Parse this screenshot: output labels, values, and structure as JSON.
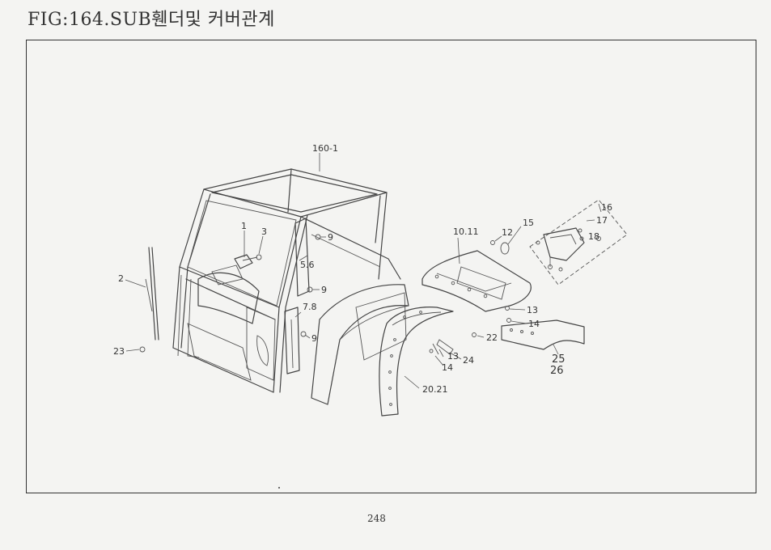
{
  "figure": {
    "title": "FIG:164.SUB휀더및 커버관계",
    "page_number": "248"
  },
  "callouts": {
    "c160_1": "160-1",
    "c1": "1",
    "c2": "2",
    "c3": "3",
    "c9a": "9",
    "c5_6": "5.6",
    "c9b": "9",
    "c7_8": "7.8",
    "c9c": "9",
    "c23": "23",
    "c10_11": "10.11",
    "c12": "12",
    "c15": "15",
    "c16": "16",
    "c17": "17",
    "c18": "18",
    "c13a": "13",
    "c14a": "14",
    "c22": "22",
    "c13b": "13",
    "c24": "24",
    "c14b": "14",
    "c25": "25",
    "c26": "26",
    "c20_21": "20.21"
  }
}
